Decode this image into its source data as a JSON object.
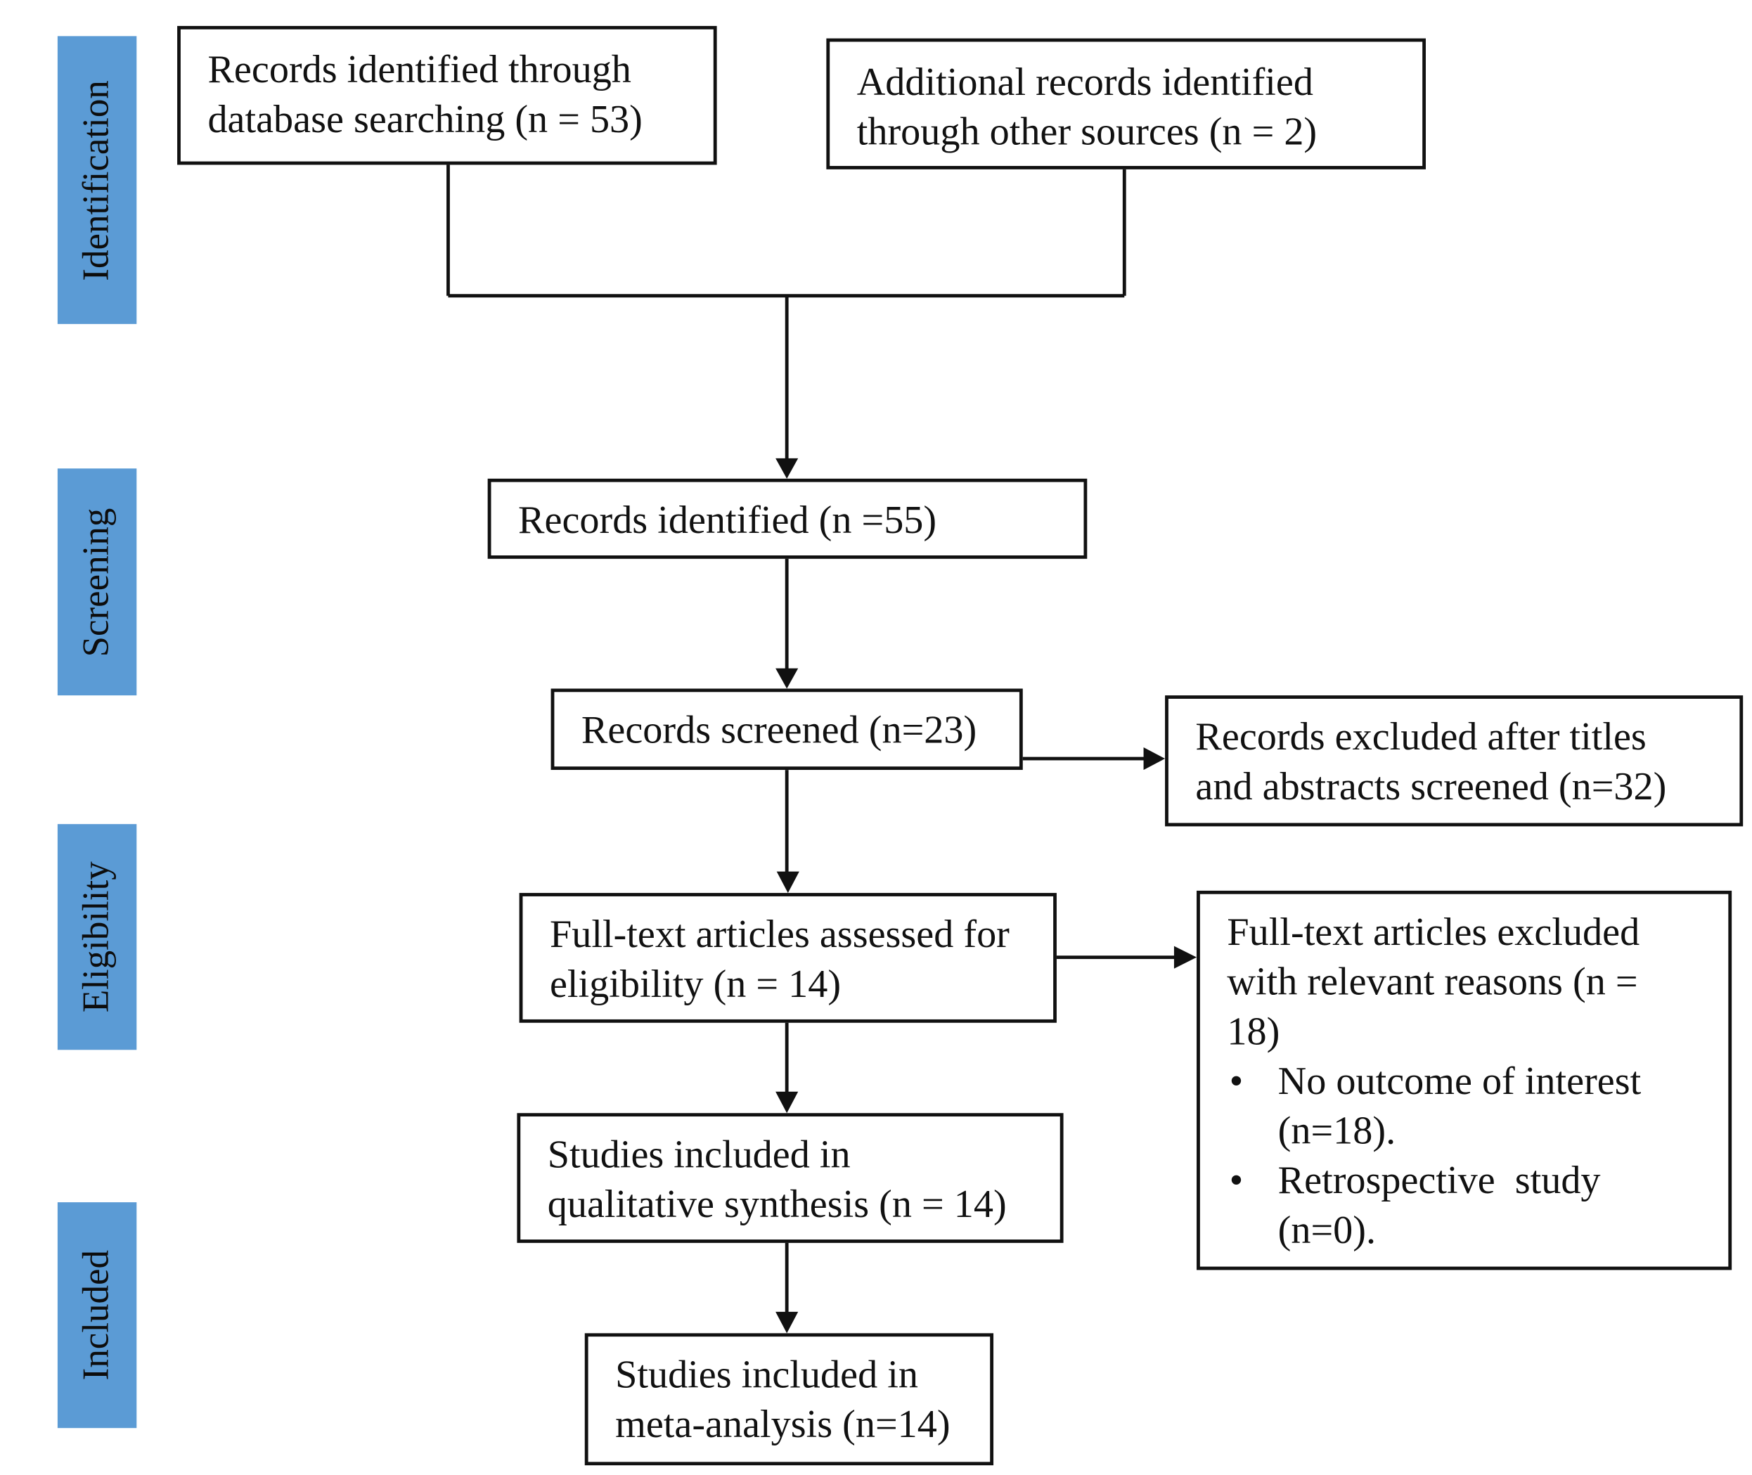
{
  "phases": {
    "identification": "Identification",
    "screening": "Screening",
    "eligibility": "Eligibility",
    "included": "Included"
  },
  "boxes": {
    "database_records": {
      "line1": "Records identified through",
      "line2": "database searching (n = 53)"
    },
    "other_sources": {
      "line1": "Additional records identified",
      "line2": "through other sources (n = 2)"
    },
    "records_identified": {
      "line1": "Records identified (n =55)"
    },
    "records_screened": {
      "line1": "Records screened (n=23)"
    },
    "records_excluded": {
      "line1": "Records excluded after titles",
      "line2": "and abstracts screened (n=32)"
    },
    "fulltext_assessed": {
      "line1": "Full-text articles assessed for",
      "line2": "eligibility (n = 14)"
    },
    "fulltext_excluded": {
      "line1": "Full-text articles excluded",
      "line2": "with relevant reasons (n =",
      "line3": "18)",
      "bullet_glyph": "•",
      "reasons": [
        {
          "line1": "No outcome of interest",
          "line2": "(n=18)."
        },
        {
          "line1": "Retrospective  study",
          "line2": "(n=0)."
        }
      ]
    },
    "qualitative": {
      "line1": "Studies included in",
      "line2": "qualitative synthesis (n = 14)"
    },
    "meta_analysis": {
      "line1": "Studies included in",
      "line2": "meta-analysis (n=14)"
    }
  },
  "colors": {
    "phase_band": "#5b9bd5",
    "box_border": "#111111",
    "arrow": "#111111"
  }
}
